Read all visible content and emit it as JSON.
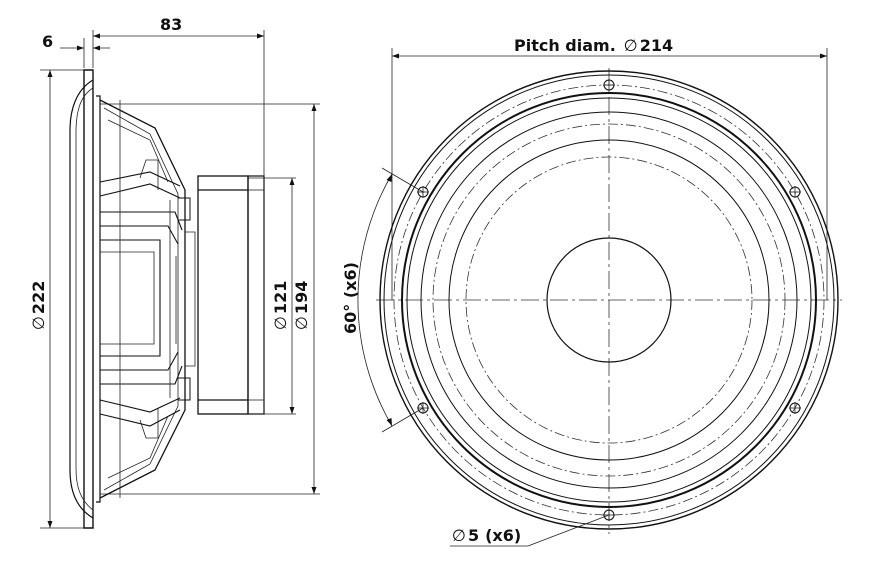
{
  "drawing": {
    "side_view": {
      "flange_thickness": "6",
      "overall_depth": "83",
      "frame_diameter": "222",
      "magnet_diameter": "121",
      "mount_diameter": "194"
    },
    "front_view": {
      "pitch_label": "Pitch diam.",
      "pitch_value": "214",
      "angle_label": "60° (x6)",
      "hole_value": "5",
      "hole_count": "(x6)"
    },
    "diameter_symbol": "∅"
  }
}
